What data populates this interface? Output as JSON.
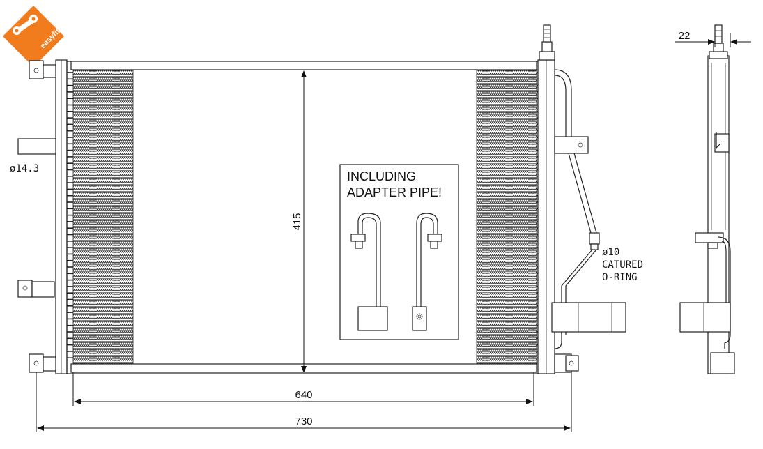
{
  "logo": {
    "text": "easyfit",
    "color": "#f07c1e"
  },
  "colors": {
    "line": "#222222",
    "fin_dark": "#2b2b2b",
    "background": "#ffffff"
  },
  "dimensions": {
    "core_width": "640",
    "total_width": "730",
    "core_height": "415",
    "depth": "22"
  },
  "labels": {
    "inlet_diameter": "ø14.3",
    "outlet_diameter": "ø10",
    "outlet_note_line1": "CATURED",
    "outlet_note_line2": "O-RING"
  },
  "notice": {
    "line1": "INCLUDING",
    "line2": "ADAPTER PIPE!"
  },
  "views": [
    "front-view",
    "side-view",
    "adapter-pipe-detail"
  ]
}
